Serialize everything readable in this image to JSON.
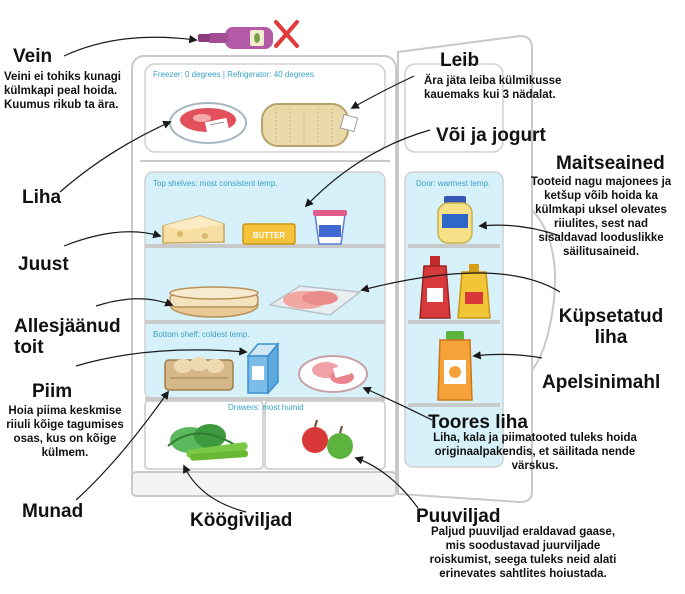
{
  "zones": {
    "freezer": "Freezer: 0 degrees | Refrigerator: 40 degrees",
    "top_shelves": "Top shelves: most consistent temp.",
    "door": "Door: warmest temp.",
    "bottom_shelf": "Bottom shelf: coldest temp.",
    "drawers": "Drawers: most humid"
  },
  "item_text": {
    "butter": "BUTTER"
  },
  "labels": {
    "vein": {
      "title": "Vein",
      "desc": "Veini ei tohiks kunagi külmkapi peal hoida. Kuumus rikub ta ära."
    },
    "leib": {
      "title": "Leib",
      "desc": "Ära jäta leiba külmikusse kauemaks kui 3 nädalat."
    },
    "voi_ja_jogurt": {
      "title": "Või ja jogurt"
    },
    "maitseained": {
      "title": "Maitseained",
      "desc": "Tooteid nagu majonees ja ketšup võib hoida ka külmkapi uksel olevates riiulites, sest nad sisaldavad looduslikke säilitusaineid."
    },
    "liha": {
      "title": "Liha"
    },
    "juust": {
      "title": "Juust"
    },
    "allesjaanud": {
      "title": "Allesjäänud toit"
    },
    "kupsetatud": {
      "title": "Küpsetatud liha"
    },
    "piim": {
      "title": "Piim",
      "desc": "Hoia piima keskmise riiuli kõige tagumises osas, kus on kõige külmem."
    },
    "apelsinimahl": {
      "title": "Apelsinimahl"
    },
    "toores_liha": {
      "title": "Toores liha",
      "desc": "Liha, kala ja piimatooted tuleks hoida originaalpakendis, et säilitada nende värskus."
    },
    "munad": {
      "title": "Munad"
    },
    "koogiviljad": {
      "title": "Köögiviljad"
    },
    "puuviljad": {
      "title": "Puuviljad",
      "desc": "Paljud puuviljad eraldavad gaase, mis soodustavad juurviljade roiskumist, seega tuleks neid alati erinevates sahtlites hoiustada."
    }
  },
  "colors": {
    "shelf_fill": "#d6f1f9",
    "fridge_outline": "#c9c9c9",
    "arrow": "#1a1a1a"
  }
}
